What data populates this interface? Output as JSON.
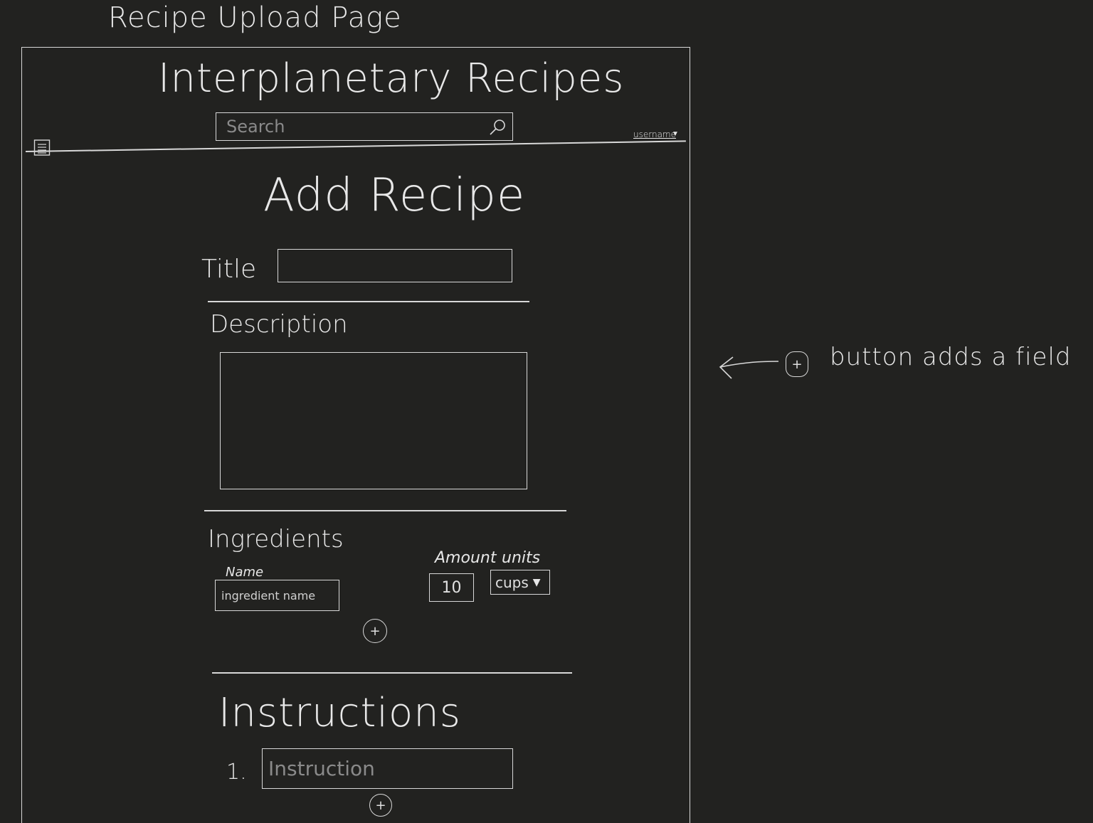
{
  "sketch_title": "Recipe Upload Page",
  "header": {
    "app_title": "Interplanetary Recipes",
    "search_placeholder": "Search",
    "username": "username"
  },
  "page_heading": "Add Recipe",
  "form": {
    "title_label": "Title",
    "description_label": "Description",
    "ingredients": {
      "label": "Ingredients",
      "name_label": "Name",
      "name_value": "ingredient name",
      "amount_label": "Amount",
      "amount_value": "10",
      "units_label": "units",
      "units_value": "cups",
      "add_button": "+"
    },
    "instructions": {
      "label": "Instructions",
      "step_number": "1.",
      "placeholder": "Instruction",
      "add_button": "+"
    }
  },
  "annotation": {
    "icon_label": "+",
    "text": "button adds a field"
  }
}
